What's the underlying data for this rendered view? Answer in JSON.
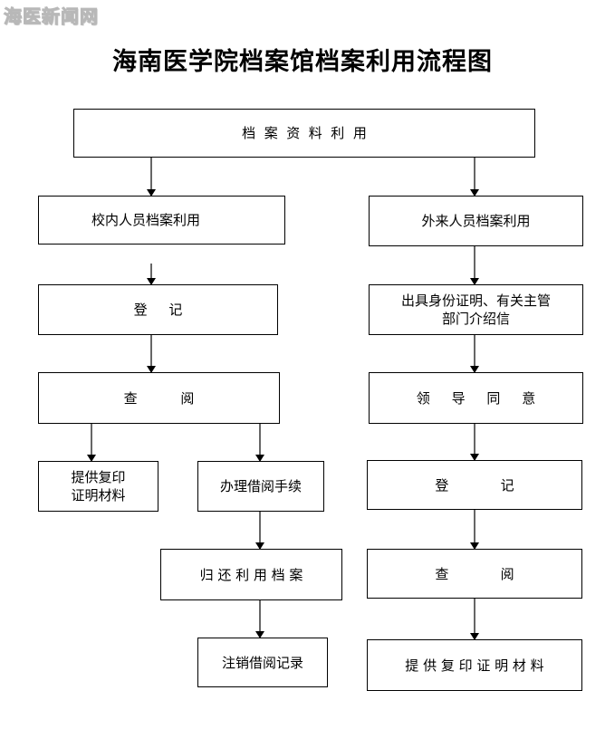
{
  "watermark": "海医新闻网",
  "title": "海南医学院档案馆档案利用流程图",
  "boxes": {
    "root": "档  案  资  料  利  用",
    "internal": "校内人员档案利用",
    "external": "外来人员档案利用",
    "register_l": "登     记",
    "consult_l": "查          阅",
    "copy_cert_l": "提供复印\n证明材料",
    "borrow": "办理借阅手续",
    "return": "归 还 利 用 档 案",
    "cancel": "注销借阅记录",
    "id_letter": "出具身份证明、有关主管\n部门介绍信",
    "approve": "领     导     同     意",
    "register_r": "登            记",
    "consult_r": "查            阅",
    "copy_cert_r": "提 供 复 印 证 明 材 料"
  }
}
